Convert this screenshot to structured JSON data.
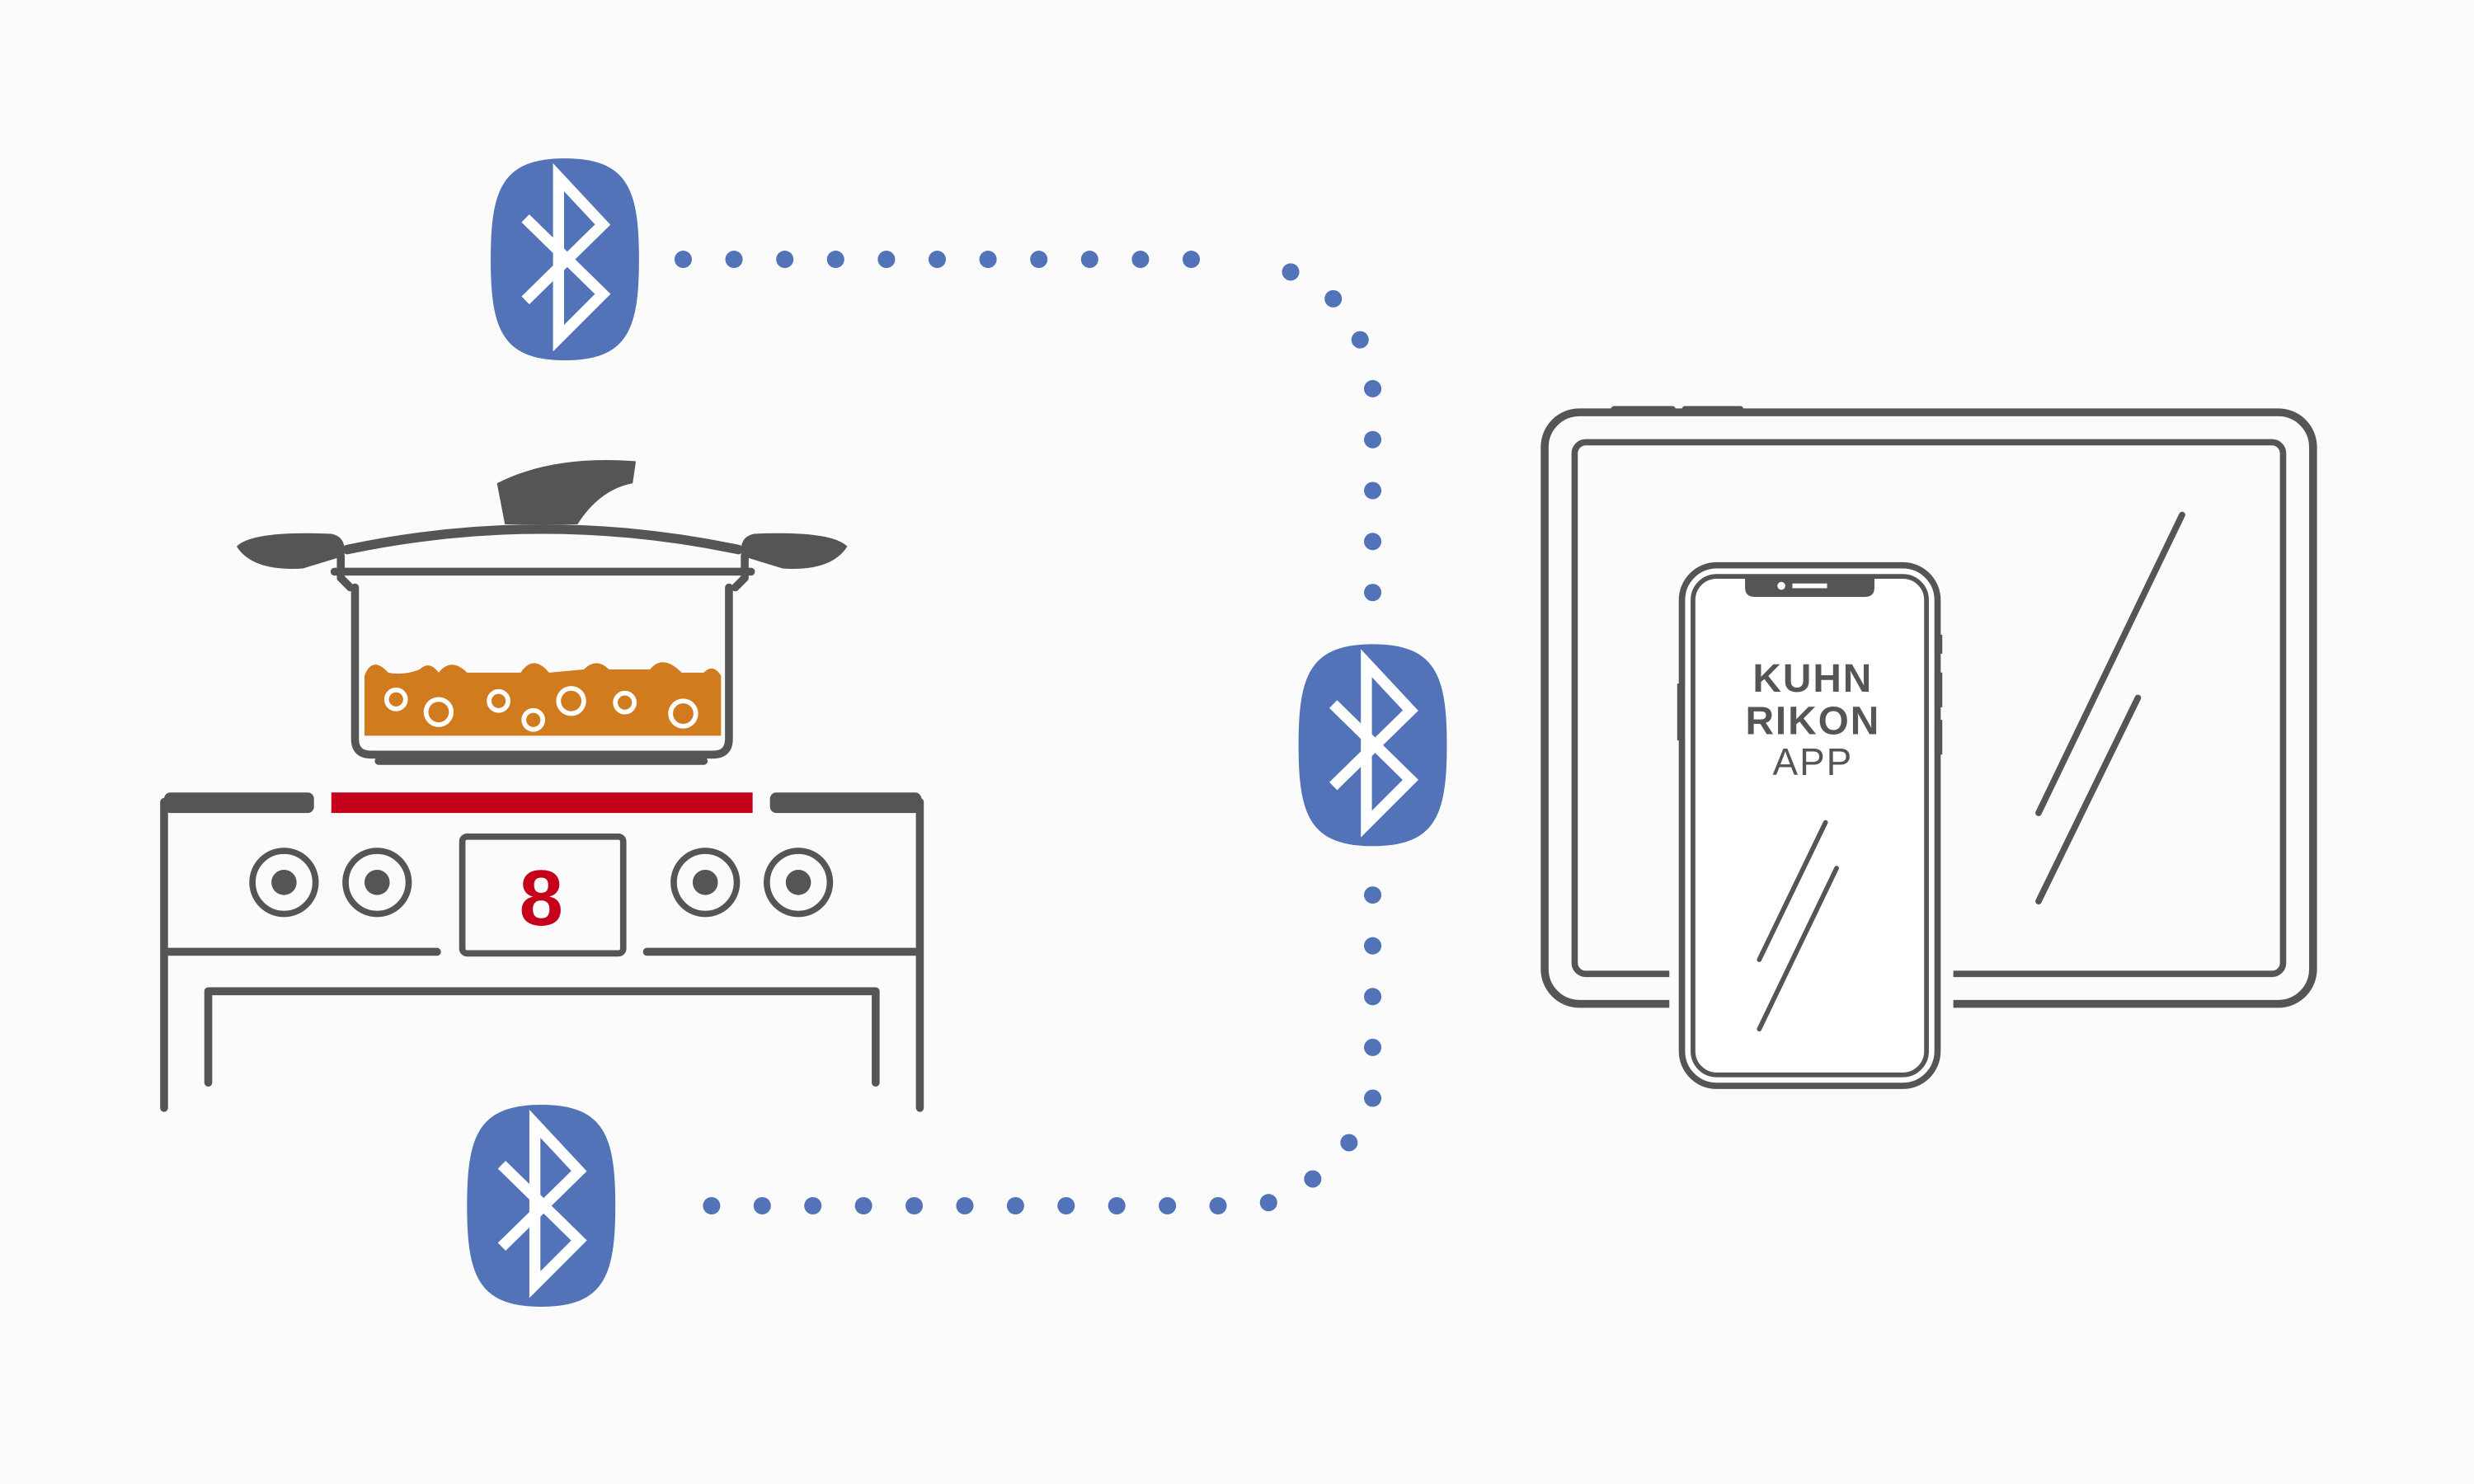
{
  "colors": {
    "background": "#fbfbfb",
    "outline": "#555555",
    "bluetooth": "#5273b8",
    "heat": "#c4001a",
    "liquid": "#d17b1f"
  },
  "stove": {
    "display_digit": "8"
  },
  "phone_app": {
    "line1": "KUHN",
    "line2": "RIKON",
    "line3": "APP"
  },
  "icons": [
    "bluetooth-icon",
    "bluetooth-icon",
    "bluetooth-icon"
  ]
}
